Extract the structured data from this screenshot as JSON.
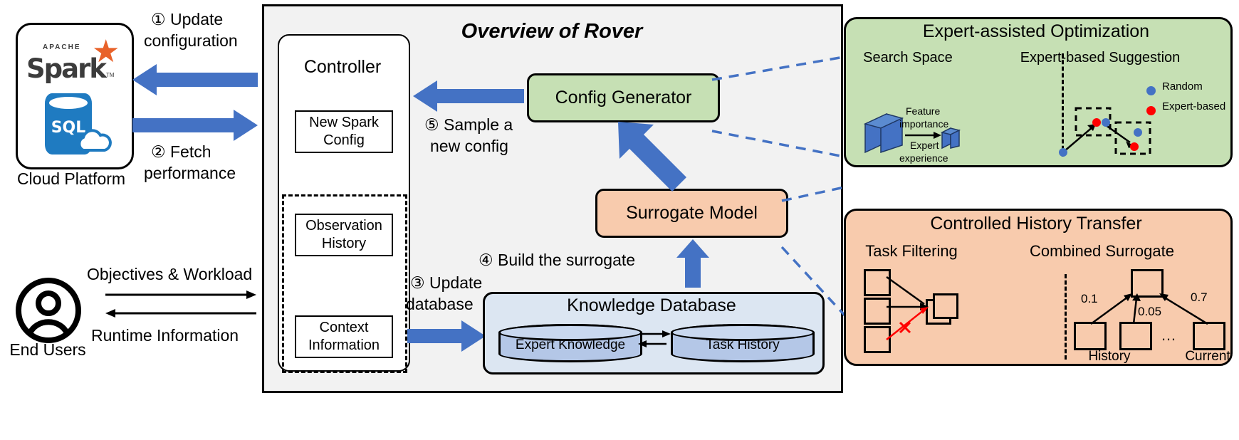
{
  "left": {
    "cloud_platform_caption": "Cloud Platform",
    "spark_logo": {
      "apache": "APACHE",
      "spark": "Spark",
      "tm": "TM"
    },
    "sql_logo": {
      "label": "SQL"
    },
    "end_users_caption": "End Users",
    "flows": [
      {
        "id": "step1",
        "marker": "①",
        "label": "Update\nconfiguration",
        "line1": "① Update",
        "line2": "configuration"
      },
      {
        "id": "step2",
        "marker": "②",
        "label": "Fetch\nperformance",
        "line1": "② Fetch",
        "line2": "performance"
      }
    ],
    "user_flows": [
      {
        "label": "Objectives & Workload"
      },
      {
        "label": "Runtime Information"
      }
    ]
  },
  "rover": {
    "title": "Overview of Rover",
    "controller": {
      "title": "Controller",
      "new_spark_config": "New Spark\nConfig",
      "new_spark_config_l1": "New Spark",
      "new_spark_config_l2": "Config",
      "observation_history_l1": "Observation",
      "observation_history_l2": "History",
      "context_information_l1": "Context",
      "context_information_l2": "Information"
    },
    "config_generator": "Config Generator",
    "surrogate_model": "Surrogate Model",
    "knowledge_database": {
      "title": "Knowledge Database",
      "expert_knowledge": "Expert Knowledge",
      "task_history": "Task History"
    },
    "steps": [
      {
        "marker": "③",
        "line1": "③ Update",
        "line2": "database"
      },
      {
        "marker": "④",
        "label": "④ Build the surrogate"
      },
      {
        "marker": "⑤",
        "line1": "⑤ Sample a",
        "line2": "new config"
      }
    ]
  },
  "expert_panel": {
    "title": "Expert-assisted Optimization",
    "left_subtitle": "Search Space",
    "right_subtitle": "Expert-based Suggestion",
    "search_space_labels": {
      "top": "Feature\nimportance",
      "top_l1": "Feature",
      "top_l2": "importance",
      "bottom_l1": "Expert",
      "bottom_l2": "experience"
    },
    "legend": [
      {
        "label": "Random",
        "color": "#4472c4"
      },
      {
        "label": "Expert-based",
        "color": "#ff0000"
      }
    ]
  },
  "history_panel": {
    "title": "Controlled History Transfer",
    "left_subtitle": "Task Filtering",
    "right_subtitle": "Combined Surrogate",
    "edge_weights": [
      "0.1",
      "0.05",
      "0.7"
    ],
    "ellipsis": "…",
    "bottom_labels": [
      "History",
      "Current"
    ]
  },
  "colors": {
    "green_fill": "#c6e0b4",
    "orange_fill": "#f8cbad",
    "blue_arrow": "#4472c4",
    "db_panel": "#dce6f2",
    "db_cylinder": "#b4c7e7",
    "panel_bg": "#f2f2f2",
    "red_accent": "#ff0000",
    "spark_orange": "#e8622a",
    "sql_blue": "#1f7bc1"
  }
}
